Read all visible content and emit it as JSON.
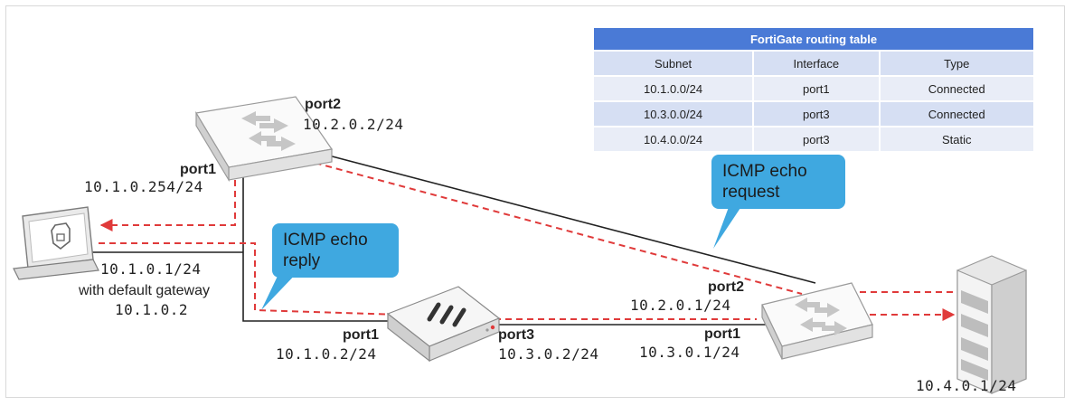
{
  "routing_table": {
    "title": "FortiGate routing table",
    "headers": [
      "Subnet",
      "Interface",
      "Type"
    ],
    "rows": [
      [
        "10.1.0.0/24",
        "port1",
        "Connected"
      ],
      [
        "10.3.0.0/24",
        "port3",
        "Connected"
      ],
      [
        "10.4.0.0/24",
        "port3",
        "Static"
      ]
    ]
  },
  "callouts": {
    "request": "ICMP echo request",
    "reply": "ICMP echo reply"
  },
  "router_top": {
    "port2_label": "port2",
    "port2_ip": "10.2.0.2/24",
    "port1_label": "port1",
    "port1_ip": "10.1.0.254/24"
  },
  "laptop": {
    "ip": "10.1.0.1/24",
    "gateway_label": "with default gateway",
    "gateway_ip": "10.1.0.2"
  },
  "fortigate": {
    "port1_label": "port1",
    "port1_ip": "10.1.0.2/24",
    "port3_label": "port3",
    "port3_ip": "10.3.0.2/24"
  },
  "router_right": {
    "port2_label": "port2",
    "port2_ip": "10.2.0.1/24",
    "port1_label": "port1",
    "port1_ip": "10.3.0.1/24"
  },
  "server": {
    "ip": "10.4.0.1/24"
  },
  "colors": {
    "accent_red": "#e03a3a",
    "callout_blue": "#3fa8e0",
    "table_header": "#4a7ad6"
  }
}
